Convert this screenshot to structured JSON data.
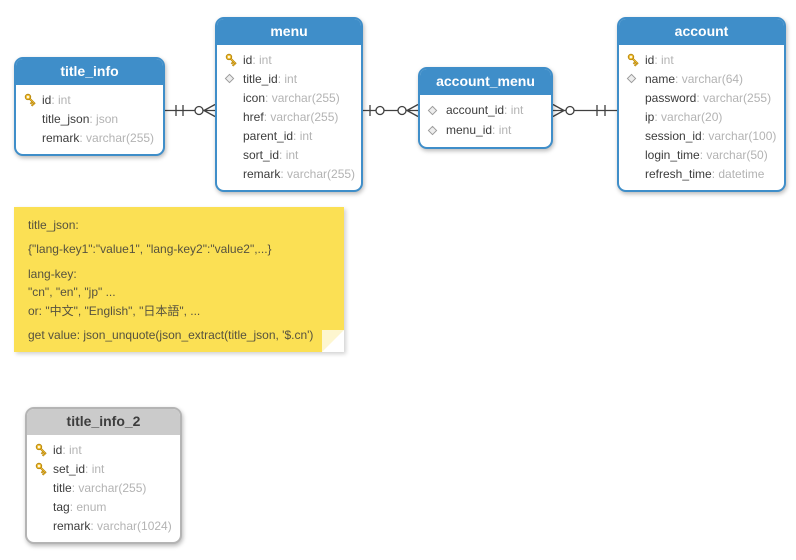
{
  "diagram": {
    "colors": {
      "accent_blue": "#3f8ec9",
      "gray_header": "#cbcbcb",
      "note_yellow": "#fbe054",
      "line_dark": "#404040",
      "field_name": "#3c3c3c",
      "field_type": "#b3b3b3"
    },
    "tables": [
      {
        "name": "title_info",
        "style": "blue",
        "fields": [
          {
            "icon": "key",
            "name": "id",
            "type": "int"
          },
          {
            "icon": "",
            "name": "title_json",
            "type": "json"
          },
          {
            "icon": "",
            "name": "remark",
            "type": "varchar(255)"
          }
        ]
      },
      {
        "name": "menu",
        "style": "blue",
        "fields": [
          {
            "icon": "key",
            "name": "id",
            "type": "int"
          },
          {
            "icon": "diamond",
            "name": "title_id",
            "type": "int"
          },
          {
            "icon": "",
            "name": "icon",
            "type": "varchar(255)"
          },
          {
            "icon": "",
            "name": "href",
            "type": "varchar(255)"
          },
          {
            "icon": "",
            "name": "parent_id",
            "type": "int"
          },
          {
            "icon": "",
            "name": "sort_id",
            "type": "int"
          },
          {
            "icon": "",
            "name": "remark",
            "type": "varchar(255)"
          }
        ]
      },
      {
        "name": "account_menu",
        "style": "blue",
        "fields": [
          {
            "icon": "diamond",
            "name": "account_id",
            "type": "int"
          },
          {
            "icon": "diamond",
            "name": "menu_id",
            "type": "int"
          }
        ]
      },
      {
        "name": "account",
        "style": "blue",
        "fields": [
          {
            "icon": "key",
            "name": "id",
            "type": "int"
          },
          {
            "icon": "diamond",
            "name": "name",
            "type": "varchar(64)"
          },
          {
            "icon": "",
            "name": "password",
            "type": "varchar(255)"
          },
          {
            "icon": "",
            "name": "ip",
            "type": "varchar(20)"
          },
          {
            "icon": "",
            "name": "session_id",
            "type": "varchar(100)"
          },
          {
            "icon": "",
            "name": "login_time",
            "type": "varchar(50)"
          },
          {
            "icon": "",
            "name": "refresh_time",
            "type": "datetime"
          }
        ]
      },
      {
        "name": "title_info_2",
        "style": "gray",
        "fields": [
          {
            "icon": "key",
            "name": "id",
            "type": "int"
          },
          {
            "icon": "key",
            "name": "set_id",
            "type": "int"
          },
          {
            "icon": "",
            "name": "title",
            "type": "varchar(255)"
          },
          {
            "icon": "",
            "name": "tag",
            "type": "enum"
          },
          {
            "icon": "",
            "name": "remark",
            "type": "varchar(1024)"
          }
        ]
      }
    ],
    "note": {
      "lines": [
        "title_json:",
        "{\"lang-key1\":\"value1\", \"lang-key2\":\"value2\",...}",
        "lang-key:",
        "\"cn\", \"en\", \"jp\" ...",
        "or: \"中文\", \"English\", \"日本語\", ...",
        "get value: json_unquote(json_extract(title_json, '$.cn')"
      ]
    },
    "relationships": [
      {
        "from": "title_info",
        "to": "menu",
        "from_cardinality": "exactly-one",
        "to_cardinality": "zero-or-many"
      },
      {
        "from": "menu",
        "to": "account_menu",
        "from_cardinality": "zero-or-one",
        "to_cardinality": "zero-or-many"
      },
      {
        "from": "account_menu",
        "to": "account",
        "from_cardinality": "zero-or-many",
        "to_cardinality": "exactly-one"
      }
    ]
  }
}
